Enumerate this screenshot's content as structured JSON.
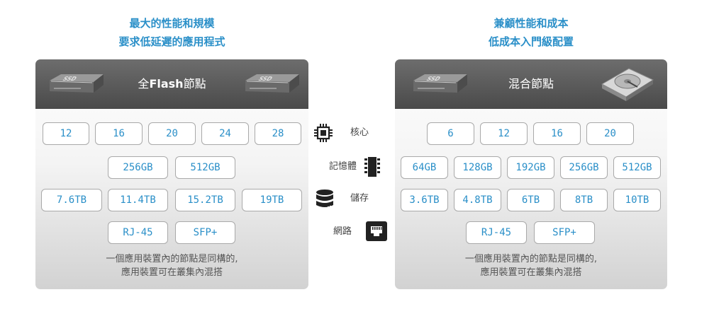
{
  "left": {
    "heading_line1": "最大的性能和規模",
    "heading_line2": "要求低延遲的應用程式",
    "title_prefix": "全",
    "title_bold": "Flash",
    "title_suffix": "節點",
    "cores": [
      "12",
      "16",
      "20",
      "24",
      "28"
    ],
    "memory": [
      "256GB",
      "512GB"
    ],
    "storage": [
      "7.6TB",
      "11.4TB",
      "15.2TB",
      "19TB"
    ],
    "network": [
      "RJ-45",
      "SFP+"
    ],
    "note_line1": "一個應用裝置內的節點是同構的,",
    "note_line2": "應用裝置可在叢集內混搭"
  },
  "right": {
    "heading_line1": "兼顧性能和成本",
    "heading_line2": "低成本入門級配置",
    "title": "混合節點",
    "cores": [
      "6",
      "12",
      "16",
      "20"
    ],
    "memory": [
      "64GB",
      "128GB",
      "192GB",
      "256GB",
      "512GB"
    ],
    "storage": [
      "3.6TB",
      "4.8TB",
      "6TB",
      "8TB",
      "10TB"
    ],
    "network": [
      "RJ-45",
      "SFP+"
    ],
    "note_line1": "一個應用裝置內的節點是同構的,",
    "note_line2": "應用裝置可在叢集內混搭"
  },
  "legend": {
    "cores": "核心",
    "memory": "記憶體",
    "storage": "儲存",
    "network": "網路"
  },
  "ssd_label": "SSD",
  "colors": {
    "accent": "#2a8fc8",
    "header": "#555555",
    "chip_border": "#a9a9a9"
  },
  "icons": {
    "cores": "cpu-icon",
    "memory": "memory-chip-icon",
    "storage": "database-icon",
    "network": "ethernet-port-icon",
    "hybrid": "hard-disk-icon",
    "flash": "ssd-drive-icon"
  }
}
